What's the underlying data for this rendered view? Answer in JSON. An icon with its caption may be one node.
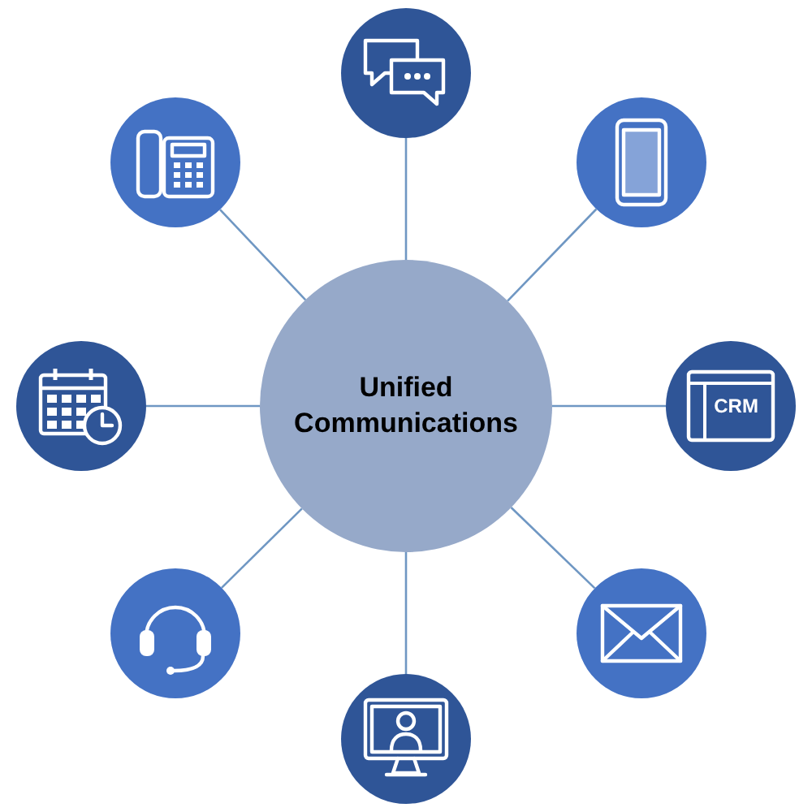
{
  "diagram": {
    "nodes": [
      {
        "text": [
          "Unified Communications"
        ]
      },
      {
        "text": [],
        "shape": "circle"
      },
      {
        "text": [],
        "shape": "circle"
      },
      {
        "text": [],
        "shape": "circle"
      },
      {
        "text": [],
        "shape": "circle"
      },
      {
        "text": [
          "CRM"
        ]
      },
      {
        "text": [],
        "shape": "circle"
      },
      {
        "text": [],
        "shape": "circle"
      },
      {
        "text": [],
        "shape": "circle"
      }
    ],
    "edges": [
      {
        "from": 0,
        "to": 1,
        "arrow": "none"
      },
      {
        "from": 0,
        "to": 2,
        "arrow": "none"
      },
      {
        "from": 0,
        "to": 3,
        "arrow": "none"
      },
      {
        "from": 0,
        "to": 4,
        "arrow": "none"
      },
      {
        "from": 0,
        "to": 5,
        "arrow": "none"
      },
      {
        "from": 0,
        "to": 6,
        "arrow": "none"
      },
      {
        "from": 0,
        "to": 7,
        "arrow": "none"
      },
      {
        "from": 0,
        "to": 8,
        "arrow": "none"
      }
    ]
  }
}
